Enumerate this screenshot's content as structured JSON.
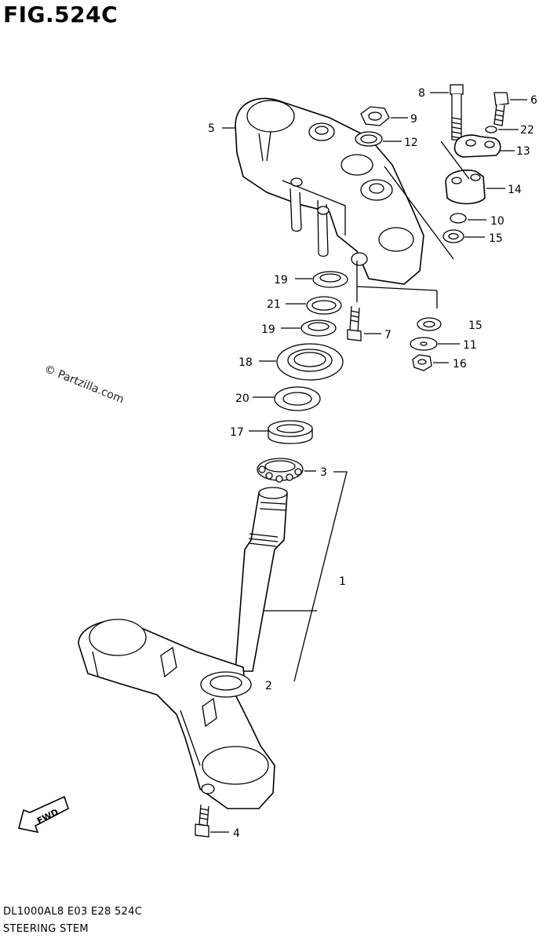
{
  "figure": {
    "title": "FIG.524C",
    "model_code": "DL1000AL8  E03  E28  524C",
    "section_name": "STEERING STEM",
    "watermark": "© Partzilla.com",
    "direction_label": "FWD"
  },
  "callouts": {
    "c1": "1",
    "c2": "2",
    "c3": "3",
    "c4": "4",
    "c5": "5",
    "c6": "6",
    "c7": "7",
    "c8": "8",
    "c9": "9",
    "c10": "10",
    "c11": "11",
    "c12": "12",
    "c13": "13",
    "c14": "14",
    "c15a": "15",
    "c15b": "15",
    "c16": "16",
    "c17": "17",
    "c18": "18",
    "c19a": "19",
    "c19b": "19",
    "c20": "20",
    "c21": "21",
    "c22": "22"
  },
  "colors": {
    "ink": "#000000",
    "paper": "#ffffff"
  }
}
